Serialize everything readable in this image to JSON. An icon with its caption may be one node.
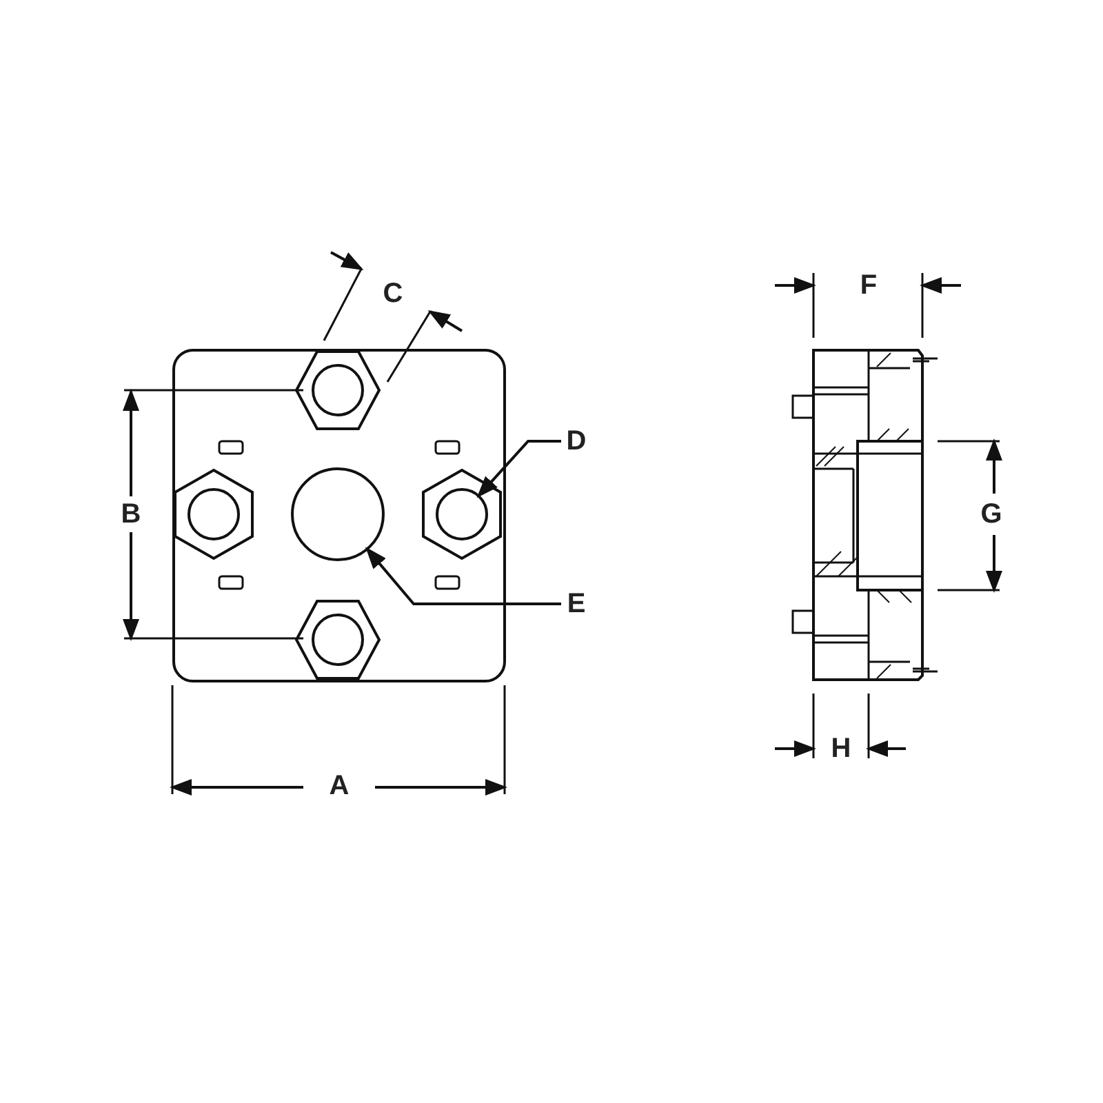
{
  "diagram": {
    "nodes": [
      {
        "text": [
          "D"
        ]
      },
      {
        "text": [
          "E"
        ]
      },
      {
        "text": [],
        "shape": "circle"
      },
      {
        "text": [],
        "shape": "circle"
      }
    ],
    "edges": [
      {
        "from": 0,
        "to": 3,
        "arrow": "to"
      },
      {
        "from": 1,
        "to": 2,
        "arrow": "to"
      }
    ],
    "labels": [
      "C",
      "F",
      "B",
      "G",
      "H",
      "A"
    ]
  }
}
